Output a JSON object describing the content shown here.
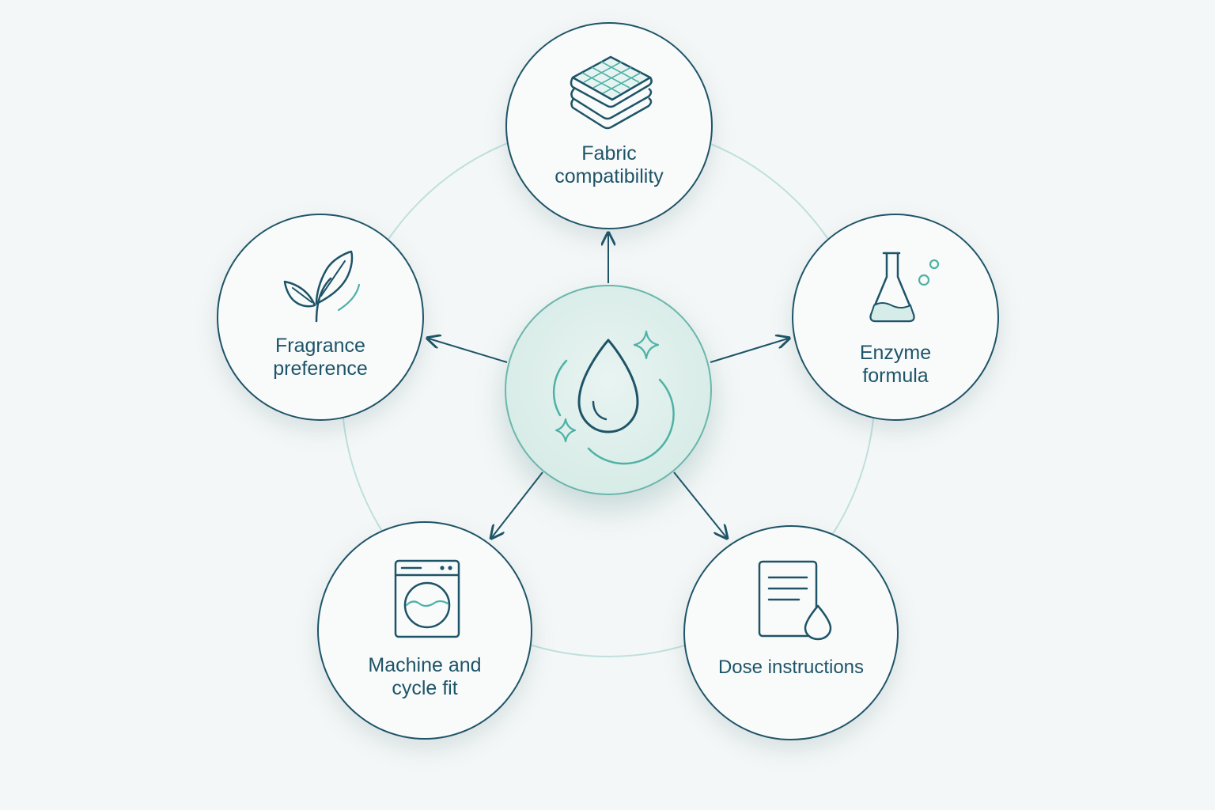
{
  "diagram": {
    "hub": {
      "icon": "water-drop-sparkle-icon"
    },
    "nodes": [
      {
        "id": "fabric",
        "label": "Fabric\ncompatibility",
        "icon": "folded-fabric-icon"
      },
      {
        "id": "enzyme",
        "label": "Enzyme\nformula",
        "icon": "flask-icon"
      },
      {
        "id": "dose",
        "label": "Dose instructions",
        "icon": "document-drop-icon"
      },
      {
        "id": "machine",
        "label": "Machine and\ncycle fit",
        "icon": "washing-machine-icon"
      },
      {
        "id": "fragrance",
        "label": "Fragrance\npreference",
        "icon": "leaf-icon"
      }
    ]
  },
  "colors": {
    "stroke": "#1e5467",
    "accent": "#4fb1a6",
    "ring": "#bfe0dd",
    "background": "#f4f7f7"
  }
}
